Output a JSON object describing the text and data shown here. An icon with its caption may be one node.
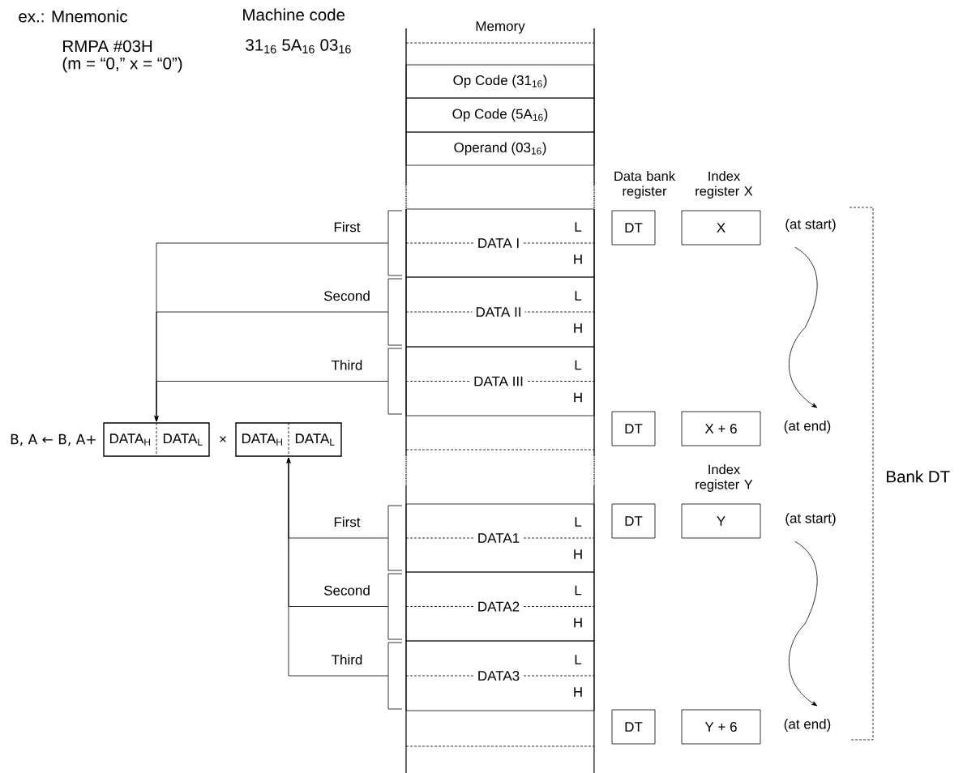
{
  "diagram": {
    "nodes": [
      {
        "text": [
          "Memory"
        ]
      },
      {
        "text": [
          "Op Code (31$_{16}$)"
        ],
        "in": 0
      },
      {
        "text": [
          "Op Code (5A$_{16}$)"
        ],
        "in": 0
      },
      {
        "text": [
          "Operand (03$_{16}$)"
        ],
        "in": 0
      },
      {
        "text": [
          "L",
          "DATA I",
          "H"
        ],
        "in": 0
      },
      {
        "text": [
          "DT"
        ]
      },
      {
        "text": [
          "X"
        ]
      },
      {
        "text": [
          "(at start)"
        ]
      },
      {
        "text": [
          "L",
          "DATA II",
          "H"
        ],
        "in": 0
      },
      {
        "text": [
          "L",
          "DATA III",
          "H"
        ],
        "in": 0
      },
      {
        "text": [
          "DT"
        ]
      },
      {
        "text": [
          "X + 6"
        ]
      },
      {
        "text": [
          "(at end)"
        ]
      },
      {
        "text": [
          "DATA$_{H}$",
          "DATA$_{L}$"
        ]
      },
      {
        "text": [
          "DATA$_{H}$",
          "DATA$_{L}$"
        ]
      },
      {
        "text": [
          "L",
          "DATA1",
          "H"
        ],
        "in": 0
      },
      {
        "text": [
          "DT"
        ]
      },
      {
        "text": [
          "Y"
        ]
      },
      {
        "text": [
          "(at start)"
        ]
      },
      {
        "text": [
          "L",
          "DATA2",
          "H"
        ],
        "in": 0
      },
      {
        "text": [
          "L",
          "DATA3",
          "H"
        ],
        "in": 0
      },
      {
        "text": [
          "DT"
        ]
      },
      {
        "text": [
          "Y + 6"
        ]
      },
      {
        "text": [
          "(at end)"
        ]
      }
    ],
    "edges": [
      {
        "from": 4,
        "to": 13,
        "arrow": "to",
        "label": "First"
      },
      {
        "from": 8,
        "to": 13,
        "arrow": "to",
        "label": "Second"
      },
      {
        "from": 9,
        "to": 13,
        "arrow": "to",
        "label": "Third"
      },
      {
        "from": 15,
        "to": 14,
        "arrow": "to",
        "label": "First"
      },
      {
        "from": 19,
        "to": 14,
        "arrow": "to",
        "label": "Second"
      },
      {
        "from": 20,
        "to": 14,
        "arrow": "to",
        "label": "Third"
      },
      {
        "from": 7,
        "to": 12,
        "arrow": "to"
      },
      {
        "from": 18,
        "to": 23,
        "arrow": "to"
      }
    ],
    "labels": [
      "ex.: Mnemonic",
      "Machine code",
      "RMPA #03H",
      "31$_{16}$ 5A$_{16}$ 03$_{16}$",
      "(m = “0,” x = “0”)",
      "Data bank register",
      "Index register X",
      "B, A ← B, A+",
      "×",
      "Index register Y",
      "Bank DT"
    ]
  }
}
